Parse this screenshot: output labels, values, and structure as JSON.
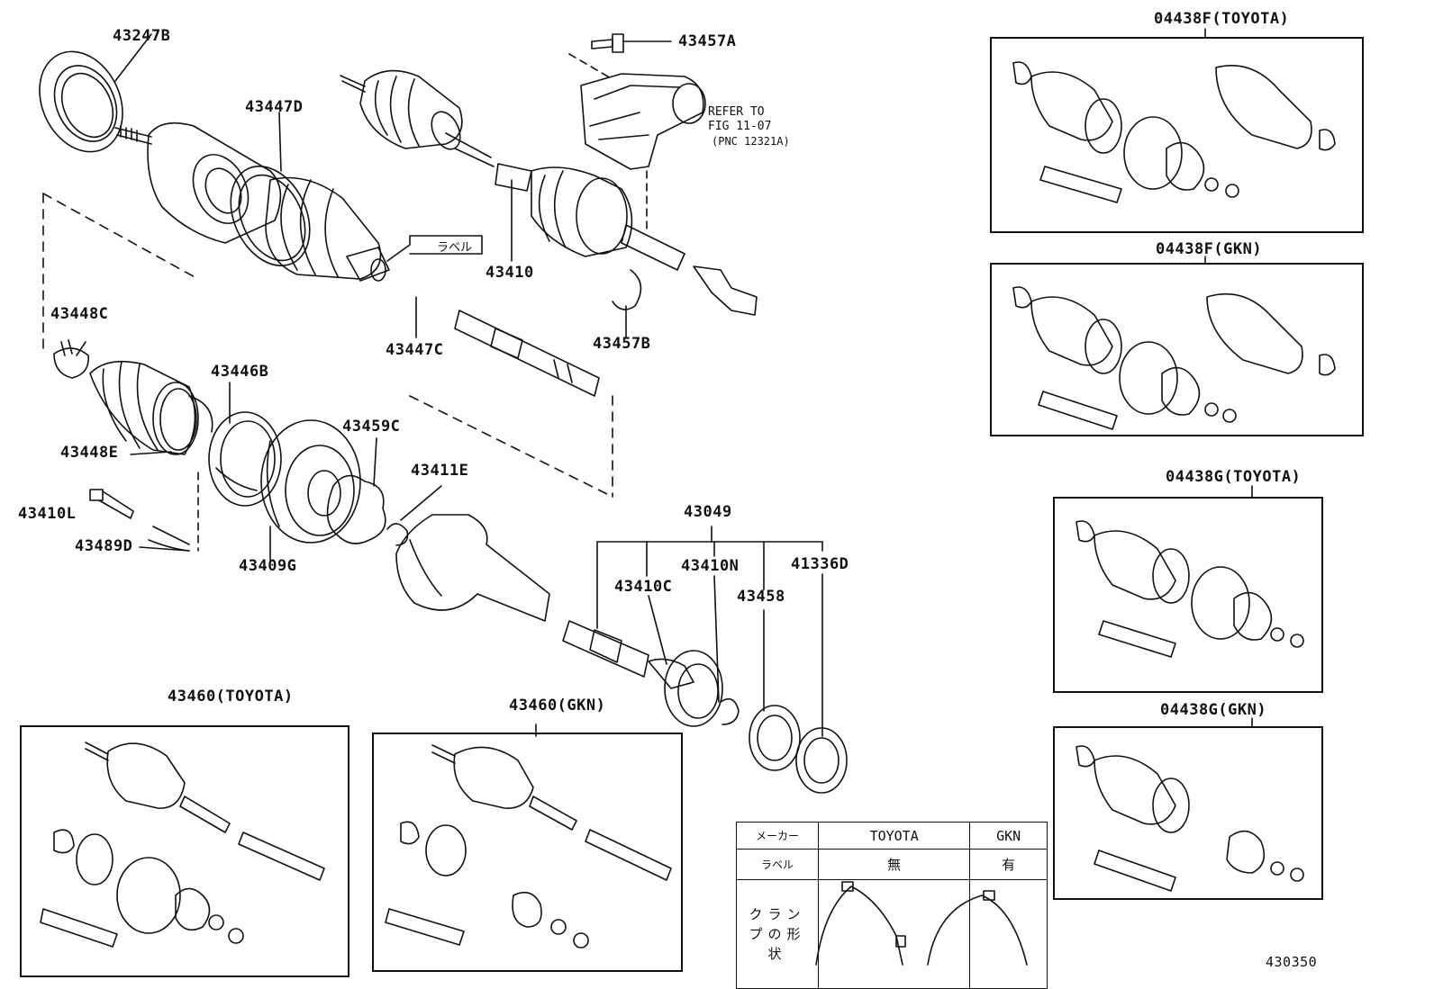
{
  "labels": {
    "p43247B": "43247B",
    "p43447D": "43447D",
    "p43457A": "43457A",
    "p43410": "43410",
    "p43457B": "43457B",
    "p43447C": "43447C",
    "p43448C": "43448C",
    "p43446B": "43446B",
    "p43448E": "43448E",
    "p43459C": "43459C",
    "p43411E": "43411E",
    "p43410L": "43410L",
    "p43489D": "43489D",
    "p43409G": "43409G",
    "p43049": "43049",
    "p43410N": "43410N",
    "p41336D": "41336D",
    "p43410C": "43410C",
    "p43458": "43458",
    "p43460T": "43460(TOYOTA)",
    "p43460G": "43460(GKN)",
    "p04438FT": "04438F(TOYOTA)",
    "p04438FG": "04438F(GKN)",
    "p04438GT": "04438G(TOYOTA)",
    "p04438GG": "04438G(GKN)"
  },
  "refer_note": {
    "line1": "REFER TO",
    "line2": "FIG 11-07",
    "line3": "(PNC 12321A)"
  },
  "callout_label": "ラベル",
  "legend": {
    "maker_header": "メーカー",
    "toyota": "TOYOTA",
    "gkn": "GKN",
    "label_row": "ラベル",
    "toyota_label": "無",
    "gkn_label": "有",
    "clamp_row": "クランプの形状"
  },
  "figure_number": "430350"
}
